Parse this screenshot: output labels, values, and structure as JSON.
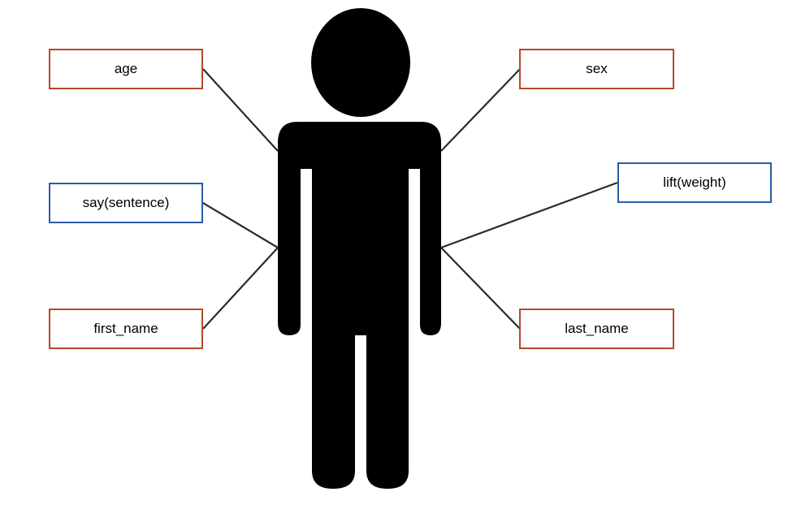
{
  "colors": {
    "attribute_border": "#b7472a",
    "method_border": "#2a5ca8",
    "connector": "#2b2b2b",
    "figure": "#000000"
  },
  "figure": {
    "icon": "person-icon"
  },
  "labels": {
    "age": "age",
    "sex": "sex",
    "say": "say(sentence)",
    "lift": "lift(weight)",
    "first_name": "first_name",
    "last_name": "last_name"
  },
  "label_kinds": {
    "age": "attribute",
    "sex": "attribute",
    "say": "method",
    "lift": "method",
    "first_name": "attribute",
    "last_name": "attribute"
  }
}
